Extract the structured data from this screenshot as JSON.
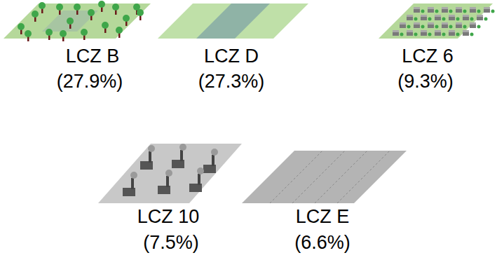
{
  "diagram": {
    "labels": [
      "LCZ B",
      "(27.9%)",
      "LCZ D",
      "(27.3%)",
      "LCZ 6",
      "(9.3%)",
      "LCZ 10",
      "(7.5%)",
      "LCZ E",
      "(6.6%)"
    ]
  }
}
